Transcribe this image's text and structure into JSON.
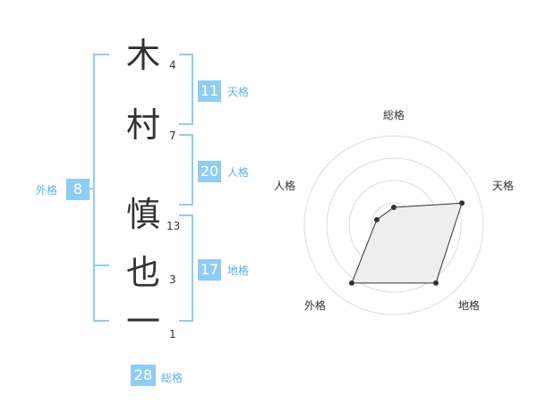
{
  "name": {
    "characters": [
      {
        "char": "木",
        "strokes": "4"
      },
      {
        "char": "村",
        "strokes": "7"
      },
      {
        "char": "慎",
        "strokes": "13"
      },
      {
        "char": "也",
        "strokes": "3"
      },
      {
        "char": "一",
        "strokes": "1"
      }
    ]
  },
  "kaku": {
    "tenkaku": {
      "value": "11",
      "label": "天格"
    },
    "jinkaku": {
      "value": "20",
      "label": "人格"
    },
    "chikaku": {
      "value": "17",
      "label": "地格"
    },
    "gaikaku": {
      "value": "8",
      "label": "外格"
    },
    "soukaku": {
      "value": "28",
      "label": "総格"
    }
  },
  "colors": {
    "accent": "#8fcdf2",
    "accent_text": "#5bb0e3",
    "polygon_fill": "#eeeeee"
  },
  "chart_data": {
    "type": "radar",
    "axes": [
      "総格",
      "天格",
      "地格",
      "外格",
      "人格"
    ],
    "values": [
      1,
      4,
      4,
      4,
      1
    ],
    "range": [
      0,
      5
    ],
    "rings": 4
  }
}
